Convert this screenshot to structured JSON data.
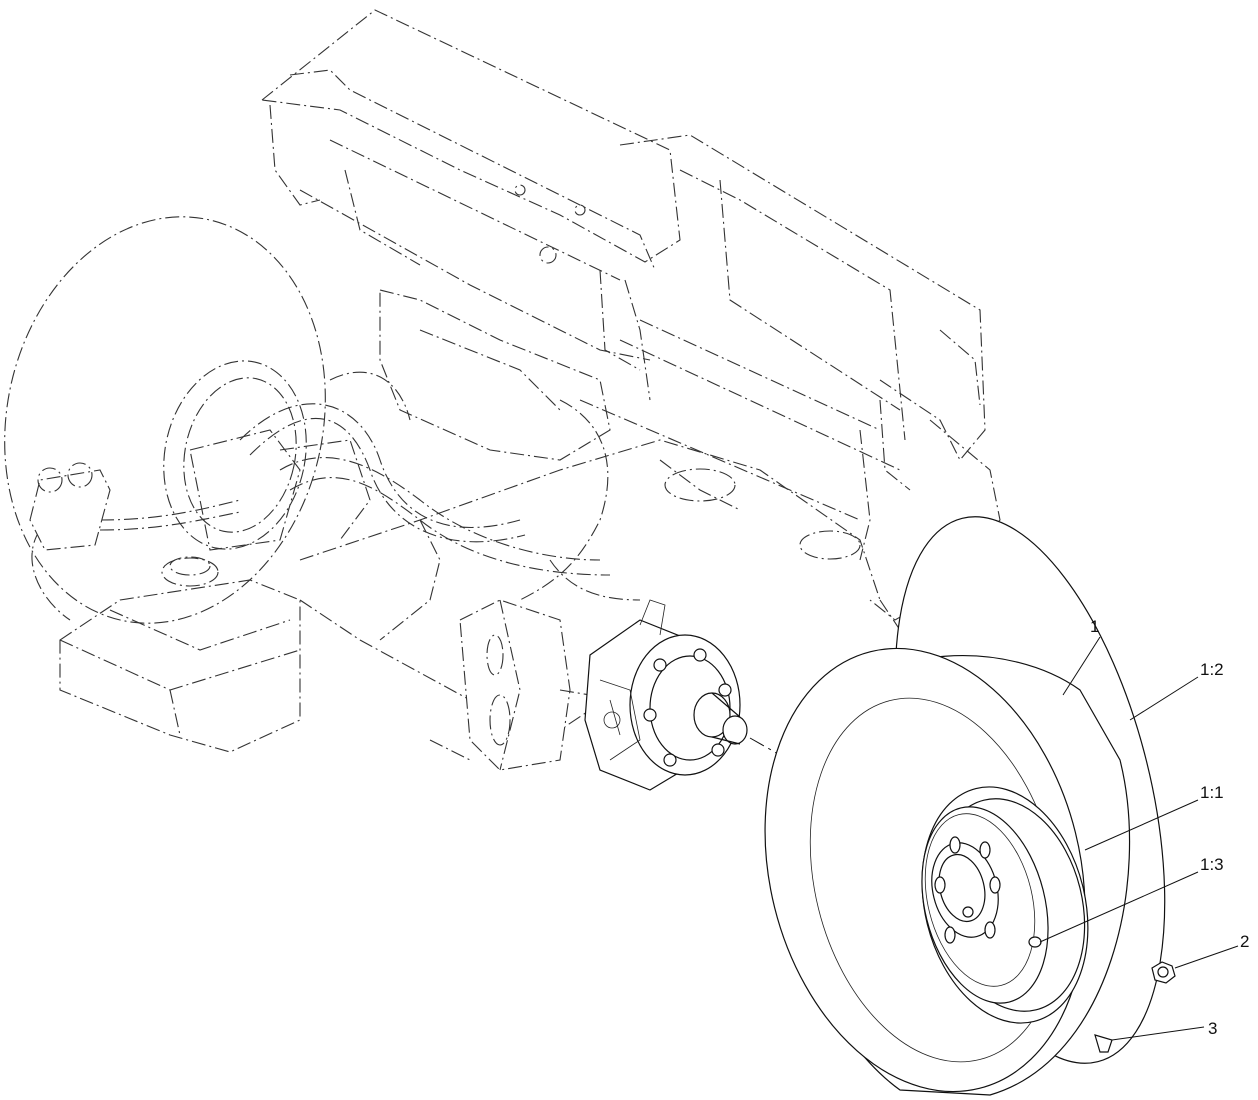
{
  "callouts": {
    "c1": "1",
    "c1_2": "1:2",
    "c1_1": "1:1",
    "c1_3": "1:3",
    "c2": "2",
    "c3": "3"
  }
}
